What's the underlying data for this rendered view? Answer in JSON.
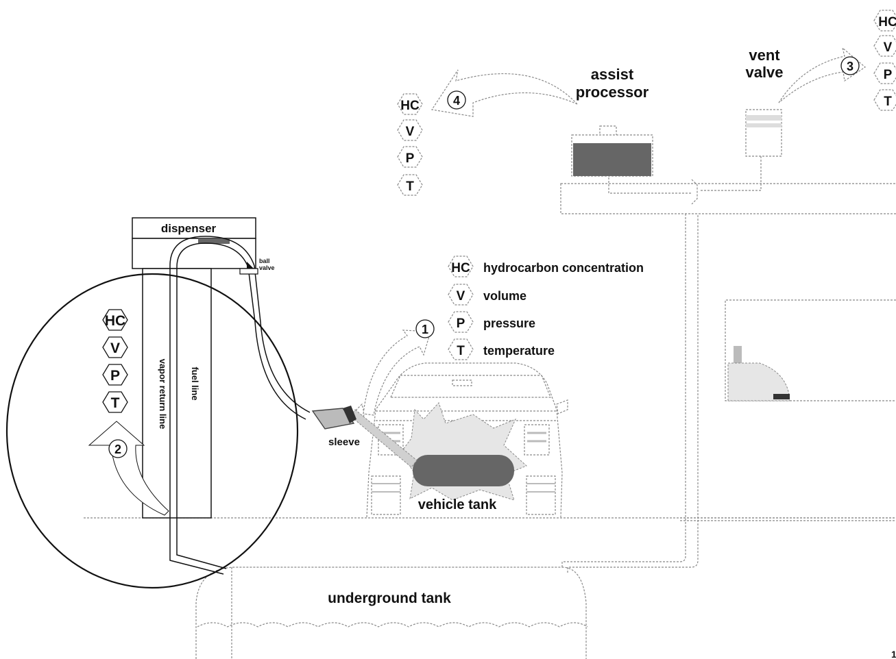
{
  "labels": {
    "dispenser": "dispenser",
    "ball_valve_line1": "ball",
    "ball_valve_line2": "valve",
    "vapor_return_line": "vapor return line",
    "fuel_line": "fuel line",
    "sleeve": "sleeve",
    "vehicle_tank": "vehicle tank",
    "underground_tank": "underground tank",
    "assist_processor_line1": "assist",
    "assist_processor_line2": "processor",
    "vent_valve_line1": "vent",
    "vent_valve_line2": "valve"
  },
  "measurements": [
    "HC",
    "V",
    "P",
    "T"
  ],
  "legend": [
    {
      "symbol": "HC",
      "text": "hydrocarbon concentration"
    },
    {
      "symbol": "V",
      "text": "volume"
    },
    {
      "symbol": "P",
      "text": "pressure"
    },
    {
      "symbol": "T",
      "text": "temperature"
    }
  ],
  "points": [
    "1",
    "2",
    "3",
    "4"
  ],
  "page_corner_mark": "1"
}
